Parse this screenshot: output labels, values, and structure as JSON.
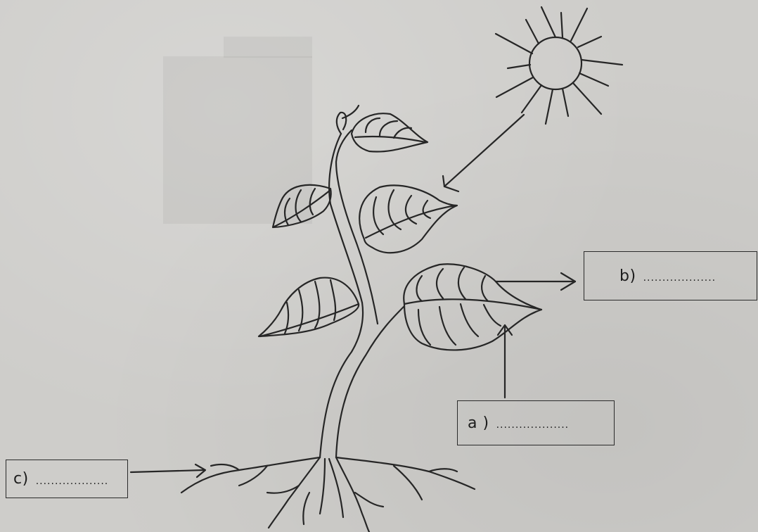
{
  "labels": {
    "a": {
      "letter": "a )",
      "blank": "..................."
    },
    "b": {
      "letter": "b)",
      "blank": "..................."
    },
    "c": {
      "letter": "c)",
      "blank": "..................."
    }
  },
  "colors": {
    "ink": "#262626",
    "paper": "#cecdca"
  },
  "icons": [
    "sun-icon",
    "plant-illustration",
    "arrow-icon"
  ]
}
